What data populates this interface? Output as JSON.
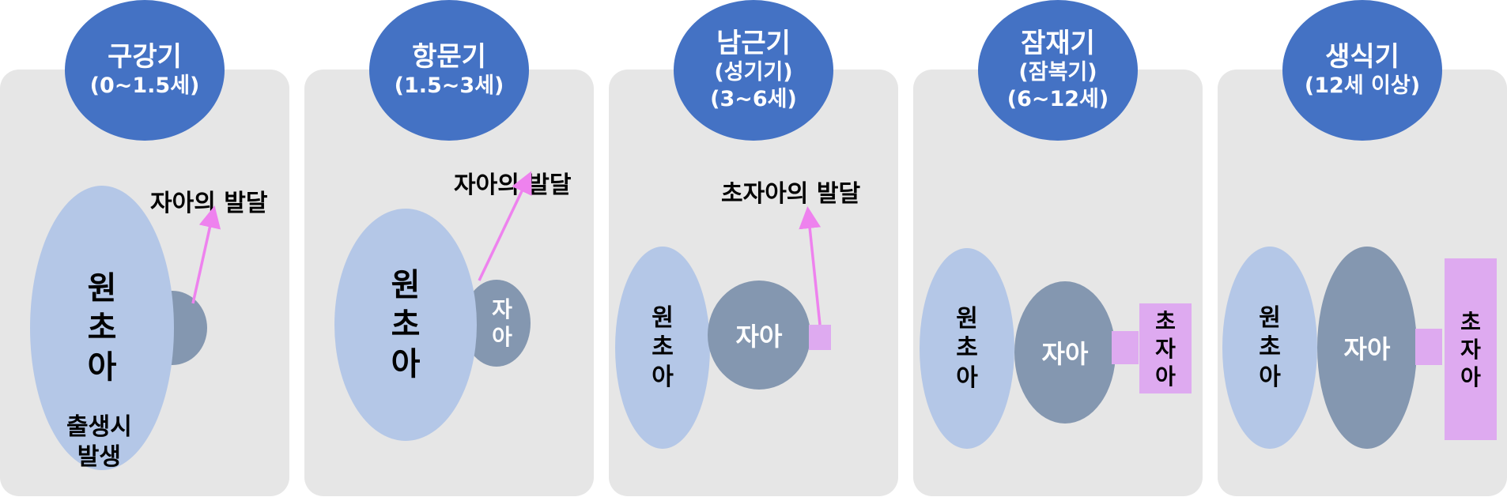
{
  "stages": [
    {
      "name": "구강기",
      "sub1": "(0~1.5세)",
      "sub2": ""
    },
    {
      "name": "항문기",
      "sub1": "(1.5~3세)",
      "sub2": ""
    },
    {
      "name": "남근기",
      "sub1": "(성기기)",
      "sub2": "(3~6세)"
    },
    {
      "name": "잠재기",
      "sub1": "(잠복기)",
      "sub2": "(6~12세)"
    },
    {
      "name": "생식기",
      "sub1": "(12세 이상)",
      "sub2": ""
    }
  ],
  "labels": {
    "id_v": "원\n초\n아",
    "ego": "자아",
    "ego_v": "자\n아",
    "superego_v": "초\n자\n아",
    "ego_development": "자아의 발달",
    "superego_development": "초자아의 발달",
    "birth_note": "출생시\n발생"
  },
  "colors": {
    "stage_header": "#4472c4",
    "id": "#b4c7e7",
    "ego": "#8497b0",
    "superego": "#deaaf0",
    "arrow": "#ee82ee",
    "panel": "#e6e6e6"
  }
}
